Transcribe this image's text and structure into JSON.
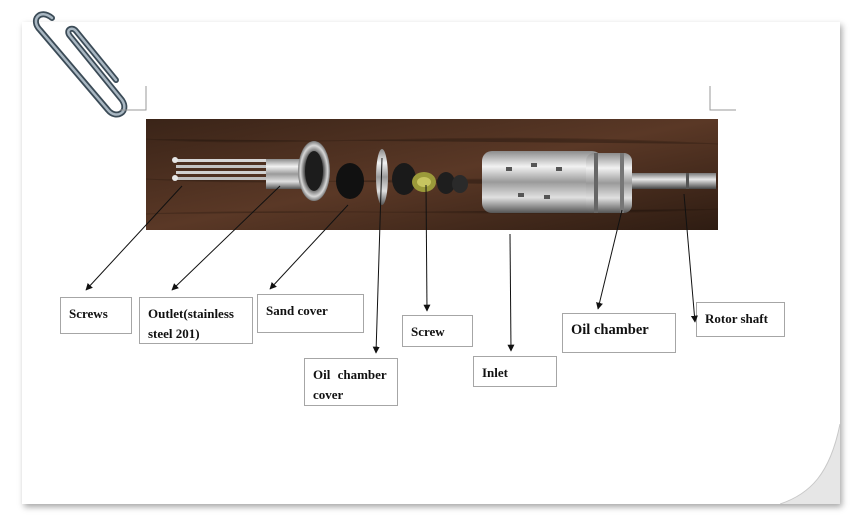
{
  "labels": {
    "screws": "Screws",
    "outlet": "Outlet(stainless steel 201)",
    "sand_cover": "Sand cover",
    "oil_chamber_cover": "Oil chamber cover",
    "screw": "Screw",
    "inlet": "Inlet",
    "oil_chamber": "Oil chamber",
    "rotor_shaft": "Rotor shaft"
  },
  "colors": {
    "arrow": "#111111",
    "box_border": "#a6a6a6",
    "photo_background": "#4a2e20"
  },
  "icons": {
    "paperclip": "paperclip-icon",
    "page_curl": "page-curl-icon"
  }
}
